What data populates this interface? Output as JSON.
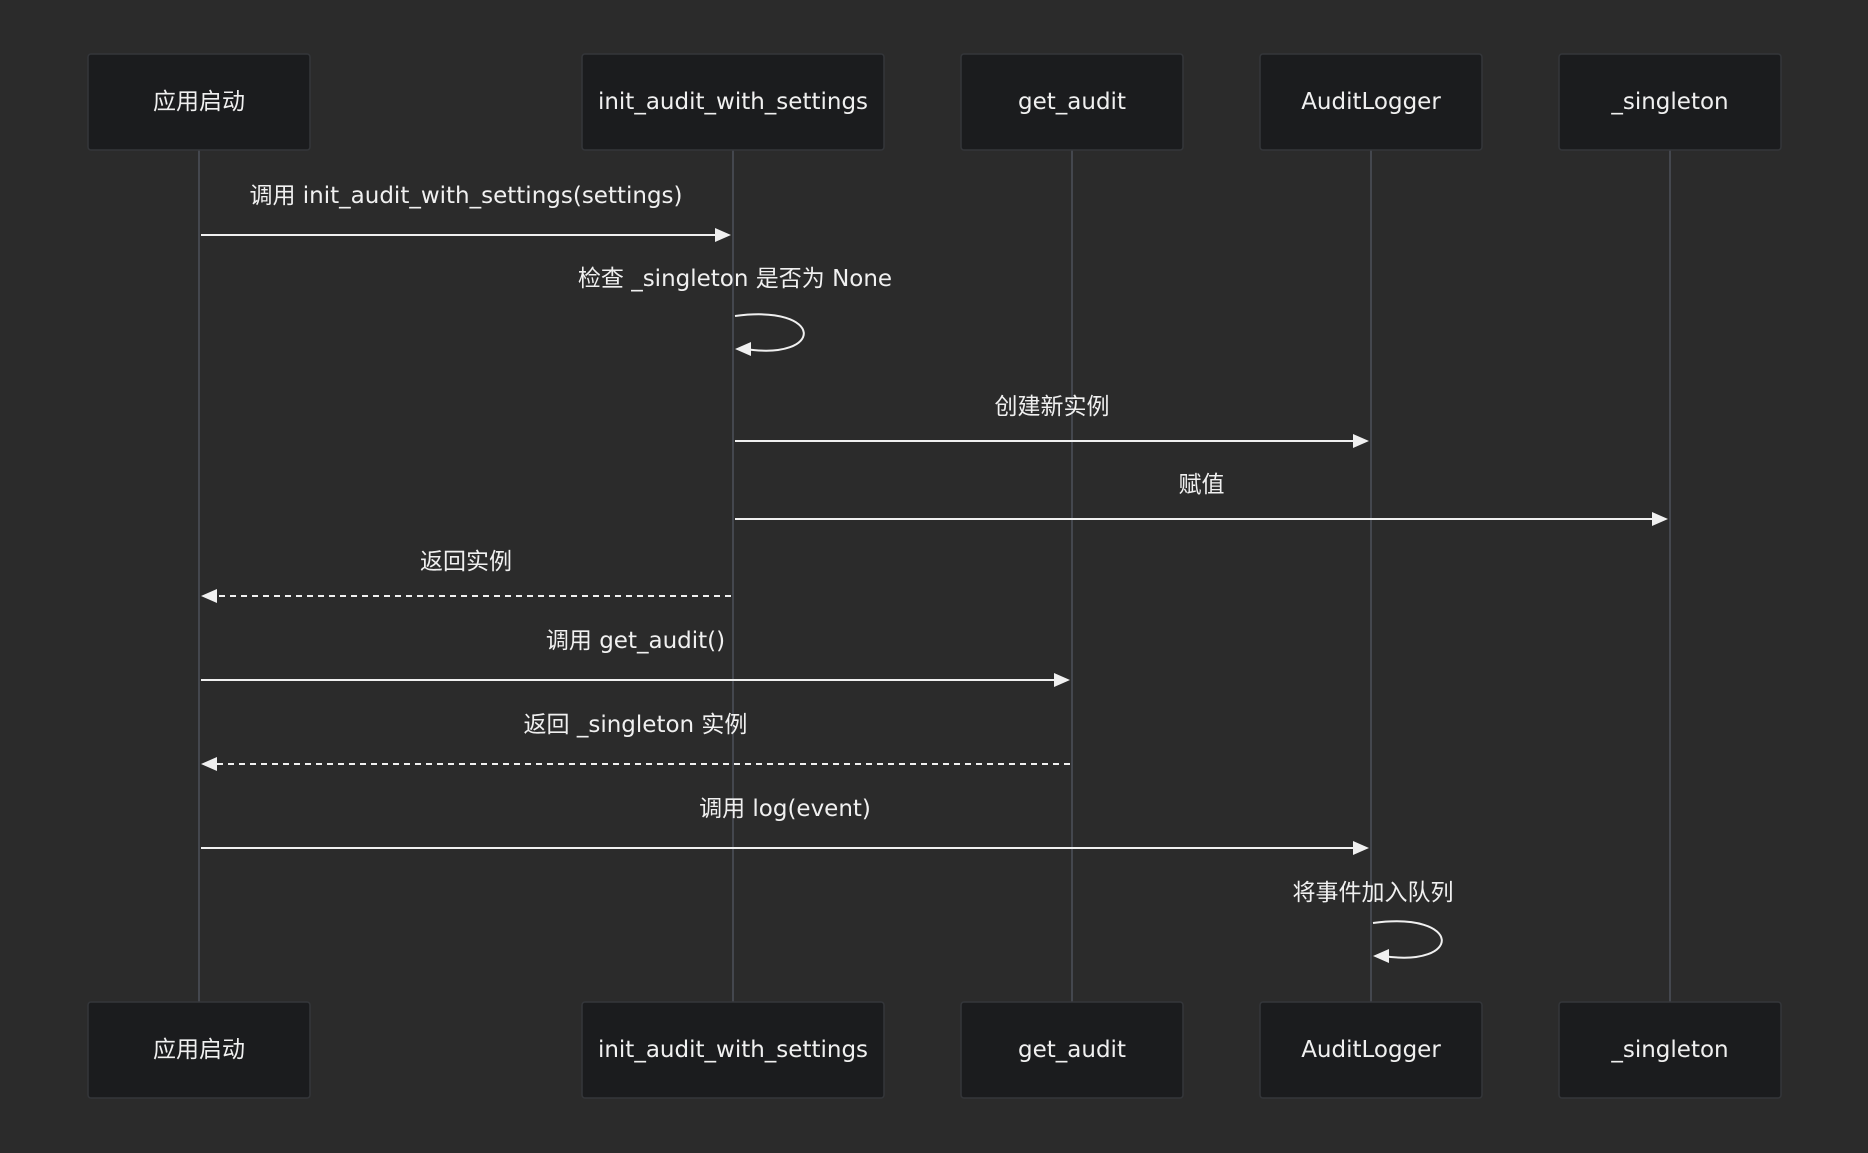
{
  "participants": [
    {
      "id": "app",
      "label": "应用启动"
    },
    {
      "id": "init",
      "label": "init_audit_with_settings"
    },
    {
      "id": "get",
      "label": "get_audit"
    },
    {
      "id": "logger",
      "label": "AuditLogger"
    },
    {
      "id": "singleton",
      "label": "_singleton"
    }
  ],
  "messages": [
    {
      "from": "app",
      "to": "init",
      "label": "调用 init_audit_with_settings(settings)",
      "style": "solid"
    },
    {
      "from": "init",
      "to": "init",
      "label": "检查 _singleton 是否为 None",
      "style": "self"
    },
    {
      "from": "init",
      "to": "logger",
      "label": "创建新实例",
      "style": "solid"
    },
    {
      "from": "init",
      "to": "singleton",
      "label": "赋值",
      "style": "solid"
    },
    {
      "from": "init",
      "to": "app",
      "label": "返回实例",
      "style": "dashed"
    },
    {
      "from": "app",
      "to": "get",
      "label": "调用 get_audit()",
      "style": "solid"
    },
    {
      "from": "get",
      "to": "app",
      "label": "返回 _singleton 实例",
      "style": "dashed"
    },
    {
      "from": "app",
      "to": "logger",
      "label": "调用 log(event)",
      "style": "solid"
    },
    {
      "from": "logger",
      "to": "logger",
      "label": "将事件加入队列",
      "style": "self"
    }
  ],
  "colors": {
    "background": "#2b2b2b",
    "box_fill": "#1b1c1e",
    "box_border": "#34363a",
    "lifeline": "#44474e",
    "text": "#f0f0f0",
    "arrow": "#f0f0f0"
  }
}
